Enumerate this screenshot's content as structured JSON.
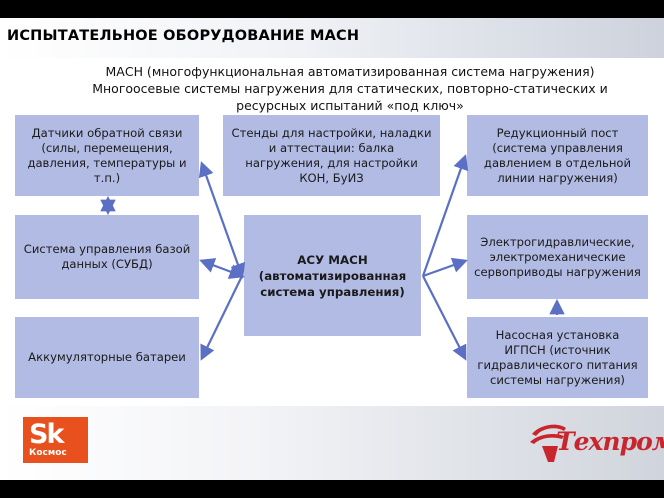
{
  "title": "ИСПЫТАТЕЛЬНОЕ ОБОРУДОВАНИЕ МАСН",
  "subtitle_lines": [
    "МАСН (многофункциональная автоматизированная система нагружения)",
    "Многоосевые системы нагружения для статических, повторно-статических и",
    "ресурсных испытаний «под ключ»"
  ],
  "left_boxes": [
    {
      "lines": [
        "Датчики обратной связи",
        "(силы, перемещения,",
        "давления, температуры и",
        "т.п.)"
      ]
    },
    {
      "lines": [
        "Система управления базой",
        "данных (СУБД)"
      ]
    },
    {
      "lines": [
        "Аккумуляторные батареи"
      ]
    }
  ],
  "top_center_box": {
    "lines": [
      "Стенды для настройки, наладки",
      "и аттестации: балка",
      "нагружения, для настройки",
      "КОН, БуИЗ"
    ]
  },
  "center_box": {
    "lines": [
      "АСУ МАСН",
      "(автоматизированная",
      "система управления)"
    ]
  },
  "right_boxes": [
    {
      "lines": [
        "Редукционный пост",
        "(система управления",
        "давлением в отдельной",
        "линии нагружения)"
      ]
    },
    {
      "lines": [
        "Электрогидравлические,",
        "электромеханические",
        "сервоприводы нагружения"
      ]
    },
    {
      "lines": [
        "Насосная установка",
        "ИГПСН (источник",
        "гидравлического питания",
        "системы нагружения)"
      ]
    }
  ],
  "logos": {
    "left_mark": "Sk",
    "left_text": "Космос",
    "right_text": "Техпром"
  },
  "colors": {
    "box_fill": "#b2bbe3",
    "arrow": "#5b6fc4",
    "logo_left": "#e8501e",
    "logo_right": "#c8262c"
  }
}
